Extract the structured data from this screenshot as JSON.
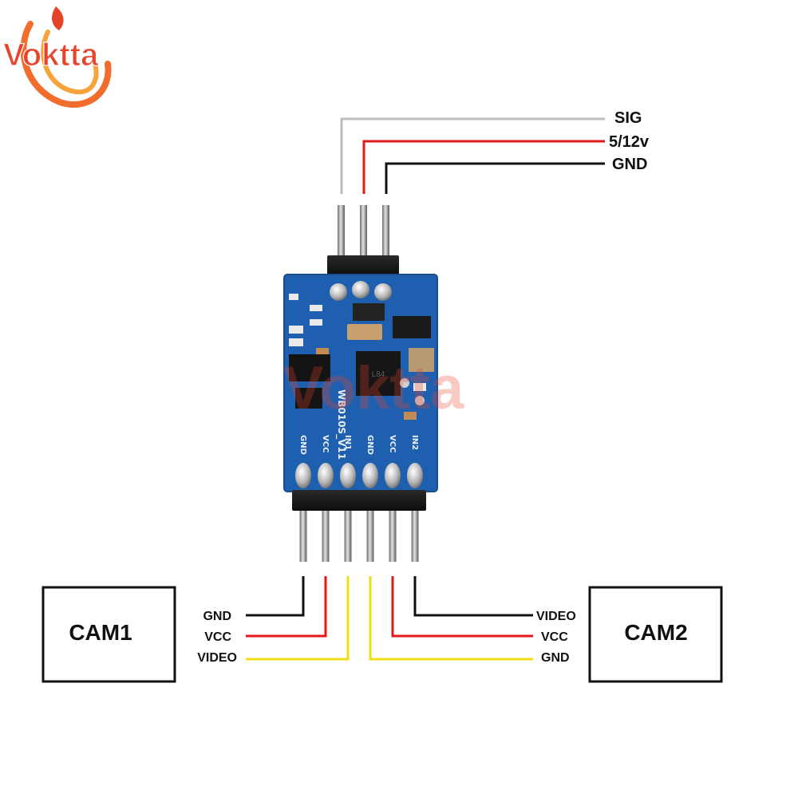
{
  "brand": {
    "name": "Voktta",
    "watermark": "Voktta"
  },
  "top_connector": {
    "wires": [
      {
        "label": "SIG",
        "color": "#b4b4b4"
      },
      {
        "label": "5/12v",
        "color": "#e01818"
      },
      {
        "label": "GND",
        "color": "#111111"
      }
    ]
  },
  "board": {
    "model": "WB010S_V11",
    "chip": "L84",
    "pin_labels": [
      "GND",
      "VCC",
      "IN1",
      "GND",
      "VCC",
      "IN2"
    ],
    "color": "#1f5fb0"
  },
  "cam1": {
    "label": "CAM1",
    "wires": [
      {
        "label": "GND",
        "color": "#111111"
      },
      {
        "label": "VCC",
        "color": "#e01818"
      },
      {
        "label": "VIDEO",
        "color": "#f0de18"
      }
    ]
  },
  "cam2": {
    "label": "CAM2",
    "wires": [
      {
        "label": "VIDEO",
        "color": "#111111"
      },
      {
        "label": "VCC",
        "color": "#e01818"
      },
      {
        "label": "GND",
        "color": "#f0de18"
      }
    ]
  }
}
